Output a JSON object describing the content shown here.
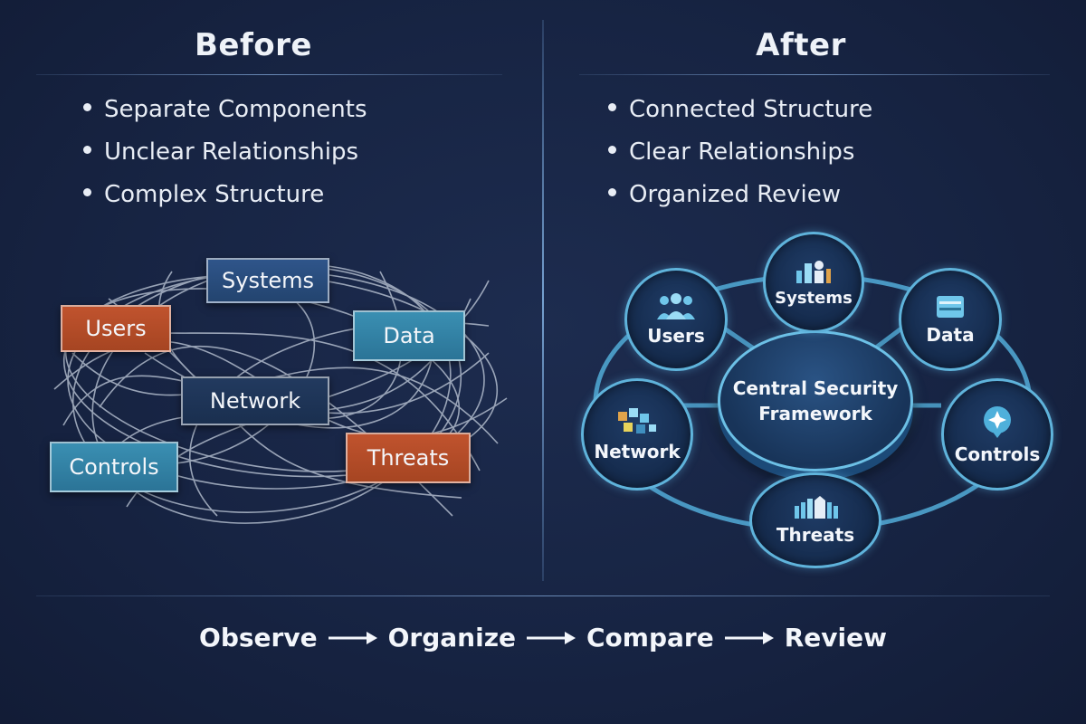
{
  "before": {
    "title": "Before",
    "bullets": [
      "Separate Components",
      "Unclear Relationships",
      "Complex Structure"
    ],
    "boxes": {
      "systems": "Systems",
      "users": "Users",
      "data": "Data",
      "network": "Network",
      "controls": "Controls",
      "threats": "Threats"
    }
  },
  "after": {
    "title": "After",
    "bullets": [
      "Connected Structure",
      "Clear Relationships",
      "Organized Review"
    ],
    "center_line1": "Central Security",
    "center_line2": "Framework",
    "nodes": {
      "systems": "Systems",
      "users": "Users",
      "data": "Data",
      "network": "Network",
      "controls": "Controls",
      "threats": "Threats"
    }
  },
  "flow": [
    "Observe",
    "Organize",
    "Compare",
    "Review"
  ],
  "colors": {
    "background": "#172443",
    "orange_box": "#c0532e",
    "teal_box": "#3a8fb2",
    "blue_box": "#2f558a",
    "ring": "#5fb3db"
  }
}
